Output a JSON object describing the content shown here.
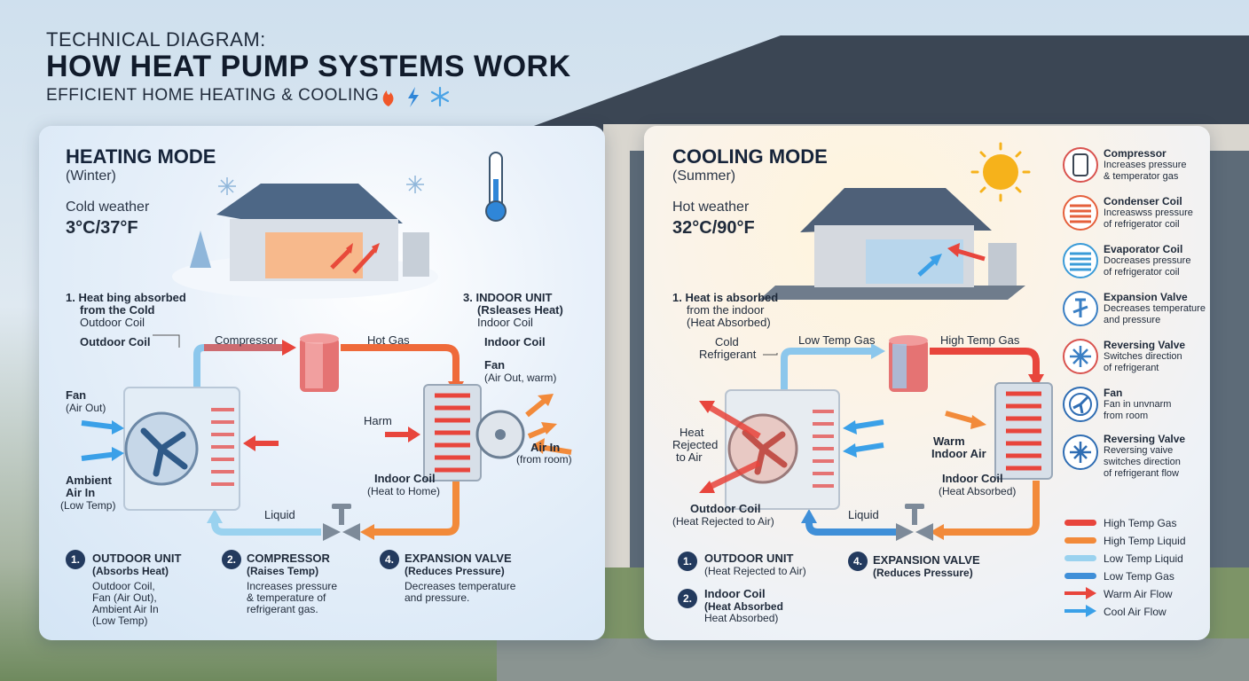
{
  "header": {
    "pretitle": "TECHNICAL DIAGRAM:",
    "title": "HOW HEAT PUMP SYSTEMS WORK",
    "subtitle": "EFFICIENT HOME HEATING & COOLING"
  },
  "heating": {
    "mode": "HEATING MODE",
    "season": "(Winter)",
    "weather_label": "Cold weather",
    "weather_temp": "3°C/37°F",
    "step1_title_a": "1. Heat bing absorbed",
    "step1_title_b": "from the Cold",
    "step1_sub": "Outdoor Coil",
    "step3_title_a": "3. INDOOR UNIT",
    "step3_title_b": "(Rsleases Heat)",
    "step3_sub": "Indoor Coil",
    "outdoor_coil": "Outdoor Coil",
    "compressor": "Compressor",
    "hot_gas": "Hot Gas",
    "indoor_coil": "Indoor Coil",
    "fan_right": "Fan",
    "fan_right_sub": "(Air Out, warm)",
    "fan_left": "Fan",
    "fan_left_sub": "(Air Out)",
    "harm": "Harm",
    "air_in": "Air In",
    "air_in_sub": "(from room)",
    "ambient_a": "Ambient",
    "ambient_b": "Air In",
    "ambient_c": "(Low Temp)",
    "indoor_coil_bottom": "Indoor Coil",
    "indoor_coil_bottom_sub": "(Heat to Home)",
    "liquid": "Liquid",
    "steps": [
      {
        "num": "1.",
        "title": "OUTDOOR UNIT",
        "sub": "(Absorbs Heat)",
        "desc": [
          "Outdoor Coil,",
          "Fan (Air Out),",
          "Ambient Air In",
          "(Low Temp)"
        ]
      },
      {
        "num": "2.",
        "title": "COMPRESSOR",
        "sub": "(Raises Temp)",
        "desc": [
          "Increases pressure",
          "& temperature of",
          "refrigerant gas."
        ]
      },
      {
        "num": "4.",
        "title": "EXPANSION VALVE",
        "sub": "(Reduces Pressure)",
        "desc": [
          "Decreases temperature",
          "and pressure."
        ]
      }
    ]
  },
  "cooling": {
    "mode": "COOLING MODE",
    "season": "(Summer)",
    "weather_label": "Hot weather",
    "weather_temp": "32°C/90°F",
    "step1_title_a": "1. Heat is absorbed",
    "step1_title_b": "from the indoor",
    "step1_sub": "(Heat Absorbed)",
    "cold_ref_a": "Cold",
    "cold_ref_b": "Refrigerant",
    "low_temp_gas": "Low Temp Gas",
    "high_temp_gas": "High Temp Gas",
    "heat_rejected_a": "Heat",
    "heat_rejected_b": "Rejected",
    "heat_rejected_c": "to Air",
    "warm_a": "Warm",
    "warm_b": "Indoor Air",
    "indoor_coil": "Indoor Coil",
    "indoor_coil_sub": "(Heat Absorbed)",
    "outdoor_coil": "Outdoor Coil",
    "outdoor_coil_sub": "(Heat Rejected to Air)",
    "liquid": "Liquid",
    "steps": [
      {
        "num": "1.",
        "title": "OUTDOOR UNIT",
        "sub": "(Heat Rejected to Air)"
      },
      {
        "num": "2.",
        "title": "Indoor Coil",
        "sub": "(Heat Absorbed",
        "sub2": "Heat Absorbed)"
      },
      {
        "num": "4.",
        "title": "EXPANSION VALVE",
        "sub": "(Reduces Pressure)"
      }
    ]
  },
  "legend": {
    "components": [
      {
        "name": "Compressor",
        "desc": [
          "Increases pressure",
          "& temperator gas"
        ],
        "ring": "#d9534f"
      },
      {
        "name": "Condenser Coil",
        "desc": [
          "Increaswss pressure",
          "of refrigerator coil"
        ],
        "ring": "#e5603c"
      },
      {
        "name": "Evaporator Coil",
        "desc": [
          "Docreases pressure",
          "of refrigerator coil"
        ],
        "ring": "#3a9bd8"
      },
      {
        "name": "Expansion Valve",
        "desc": [
          "Decreases temperature",
          "and pressure"
        ],
        "ring": "#3a7fc4"
      },
      {
        "name": "Reversing Valve",
        "desc": [
          "Switches direction",
          "of refrigerant"
        ],
        "ring": "#d9534f"
      },
      {
        "name": "Fan",
        "desc": [
          "Fan in unvnarm",
          "from room"
        ],
        "ring": "#2f6db3"
      },
      {
        "name": "Reversing Valve",
        "desc": [
          "Reversing vaive",
          "switches direction",
          "of refrigerant flow"
        ],
        "ring": "#2f6db3"
      }
    ],
    "flows": [
      {
        "label": "High Temp Gas",
        "color": "#e8453c"
      },
      {
        "label": "High Temp Liquid",
        "color": "#f28a3a"
      },
      {
        "label": "Low Temp Liquid",
        "color": "#9ad2ef"
      },
      {
        "label": "Low Temp Gas",
        "color": "#3f8fd8"
      },
      {
        "label": "Warm Air Flow",
        "color": "#e8453c"
      },
      {
        "label": "Cool Air Flow",
        "color": "#3aa0e8"
      }
    ]
  }
}
